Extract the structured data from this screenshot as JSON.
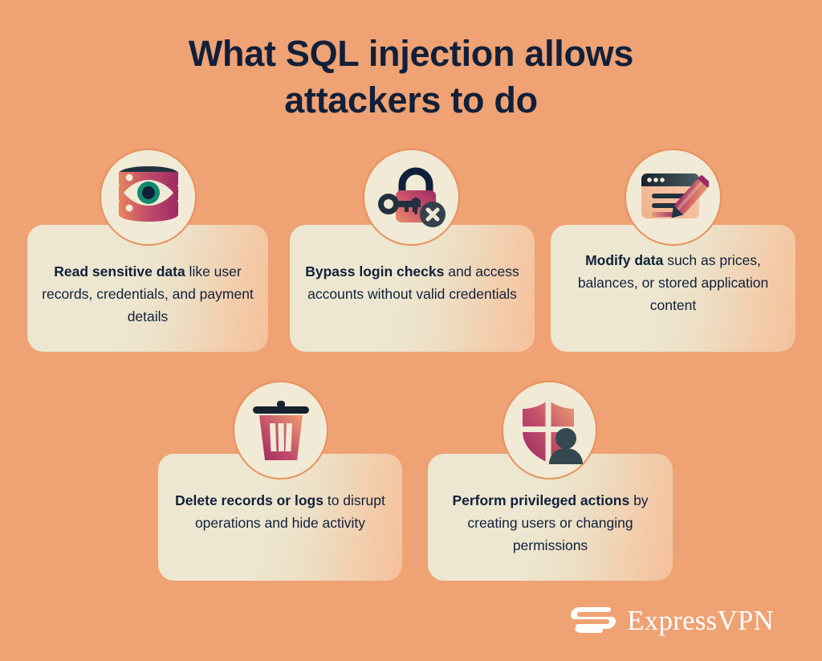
{
  "title": {
    "line1": "What SQL injection allows",
    "line2": "attackers to do"
  },
  "colors": {
    "background": "#efa273",
    "card_cream": "#ede7d1",
    "card_peach_edge": "#f6c09b",
    "circle_border": "#e8915c",
    "text_navy": "#11203a",
    "accent_magenta": "#9e2a63",
    "accent_salmon": "#e8845e",
    "accent_teal": "#118a6e",
    "logo_white": "#ffffff"
  },
  "cards": [
    {
      "id": "read-sensitive-data",
      "icon": "database-eye-icon",
      "lead": "Read sensitive data",
      "rest": " like user records, credentials, and payment details",
      "lines": [
        "Read sensitive data like",
        "user records, credentials,",
        "and payment details"
      ]
    },
    {
      "id": "bypass-login-checks",
      "icon": "lock-key-denied-icon",
      "lead": "Bypass login checks",
      "rest": " and access accounts without valid credentials",
      "lines": [
        "Bypass login checks and",
        "access accounts without",
        "valid credentials"
      ]
    },
    {
      "id": "modify-data",
      "icon": "browser-pencil-edit-icon",
      "lead": "Modify data",
      "rest": " such as prices, balances, or stored application content",
      "lines": [
        "Modify data such as",
        "prices, balances,",
        "or stored application",
        "content"
      ]
    },
    {
      "id": "delete-records-or-logs",
      "icon": "trash-can-icon",
      "lead": "Delete records or logs",
      "rest": " to disrupt operations and hide activity",
      "lines": [
        "Delete records or logs to",
        "disrupt operations and",
        "hide activity"
      ]
    },
    {
      "id": "perform-privileged-actions",
      "icon": "shield-user-icon",
      "lead": "Perform privileged actions",
      "rest": " by creating users or changing permissions",
      "lines": [
        "Perform privileged actions",
        "by creating users or",
        "changing permissions"
      ]
    }
  ],
  "logo": {
    "mark": "expressvpn-e-mark-icon",
    "text": "ExpressVPN"
  }
}
